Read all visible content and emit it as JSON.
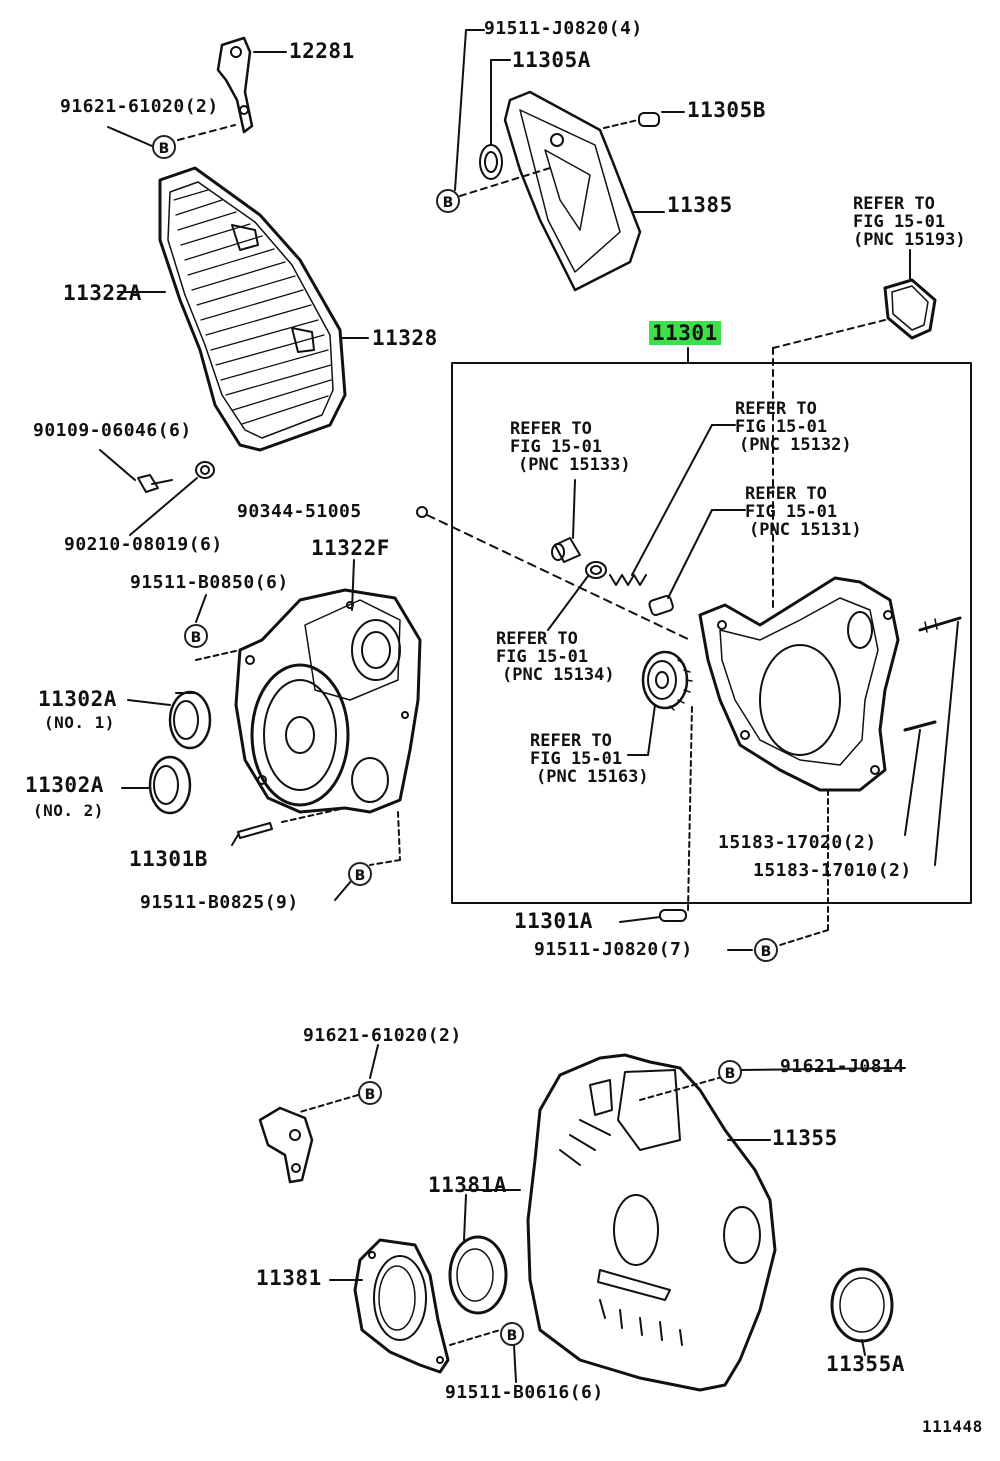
{
  "labels": {
    "p12281": "12281",
    "p91621_61020_top": "91621-61020(2)",
    "p91511_J0820_4": "91511-J0820(4)",
    "p11305A": "11305A",
    "p11305B": "11305B",
    "p11385": "11385",
    "p11322A": "11322A",
    "p11328": "11328",
    "p90109": "90109-06046(6)",
    "p90210": "90210-08019(6)",
    "p90344": "90344-51005",
    "p11322F": "11322F",
    "p91511_B0850": "91511-B0850(6)",
    "p11302A_1": "11302A",
    "p11302A_1_sub": "(NO. 1)",
    "p11302A_2": "11302A",
    "p11302A_2_sub": "(NO. 2)",
    "p11301B": "11301B",
    "p91511_B0825": "91511-B0825(9)",
    "p11301_main": "11301",
    "p15183_17020": "15183-17020(2)",
    "p15183_17010": "15183-17010(2)",
    "p11301A": "11301A",
    "p91511_J0820_7": "91511-J0820(7)",
    "p91621_61020_bottom": "91621-61020(2)",
    "p91621_J0814": "91621-J0814",
    "p11355": "11355",
    "p11381A": "11381A",
    "p11381": "11381",
    "p11355A": "11355A",
    "p91511_B0616": "91511-B0616(6)",
    "diagram_id": "111448",
    "bolt_circle": "B"
  },
  "refs": {
    "r15193": {
      "line1": "REFER TO",
      "line2": "FIG 15-01",
      "line3": "(PNC 15193)"
    },
    "r15133": {
      "line1": "REFER TO",
      "line2": "FIG 15-01",
      "line3": "(PNC 15133)"
    },
    "r15132": {
      "line1": "REFER TO",
      "line2": "FIG 15-01",
      "line3": "(PNC 15132)"
    },
    "r15131": {
      "line1": "REFER TO",
      "line2": "FIG 15-01",
      "line3": "(PNC 15131)"
    },
    "r15134": {
      "line1": "REFER TO",
      "line2": "FIG 15-01",
      "line3": "(PNC 15134)"
    },
    "r15163": {
      "line1": "REFER TO",
      "line2": "FIG 15-01",
      "line3": "(PNC 15163)"
    }
  },
  "colors": {
    "highlight": "#3ee04a",
    "ink": "#111111"
  }
}
